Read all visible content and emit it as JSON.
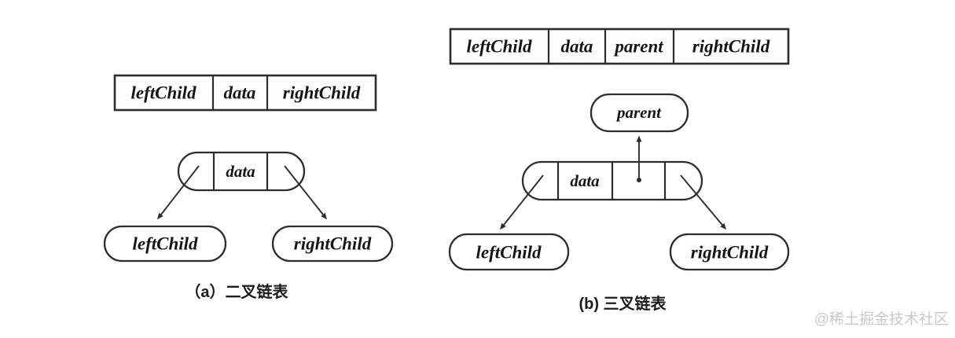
{
  "figure": {
    "background": "#ffffff",
    "line_color": "#2d2d2d",
    "text_color": "#151515",
    "watermark_color": "#c9c9c9"
  },
  "watermark": "@稀土掘金技术社区",
  "diagram_a": {
    "caption": "（a）二叉链表",
    "struct_cells": [
      "leftChild",
      "data",
      "rightChild"
    ],
    "node_data_label": "data",
    "left_child_label": "leftChild",
    "right_child_label": "rightChild"
  },
  "diagram_b": {
    "caption": "(b) 三叉链表",
    "struct_cells": [
      "leftChild",
      "data",
      "parent",
      "rightChild"
    ],
    "parent_label": "parent",
    "node_data_label": "data",
    "left_child_label": "leftChild",
    "right_child_label": "rightChild"
  }
}
